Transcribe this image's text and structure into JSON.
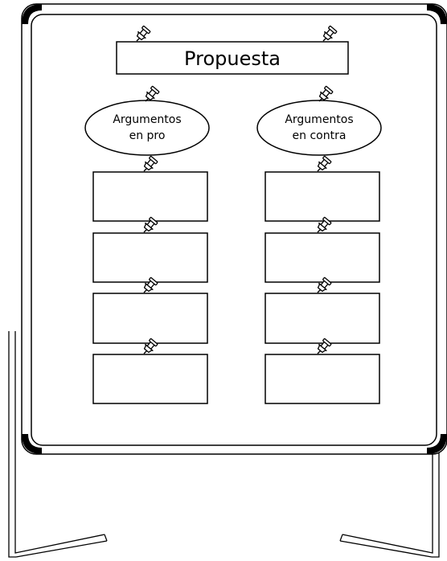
{
  "colors": {
    "ink": "#000000",
    "paper": "#ffffff"
  },
  "board": {
    "title": "Propuesta",
    "columns": [
      {
        "label_line1": "Argumentos",
        "label_line2": "en pro",
        "slots": 4
      },
      {
        "label_line1": "Argumentos",
        "label_line2": "en contra",
        "slots": 4
      }
    ]
  },
  "icons": [
    "pushpin-icon"
  ]
}
